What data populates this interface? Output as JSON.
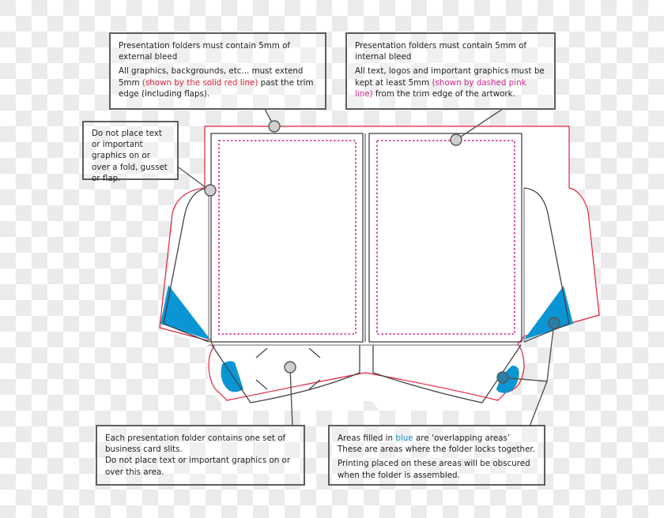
{
  "colors": {
    "bleed_line": "#e0233a",
    "safe_line": "#d4248f",
    "overlap_fill": "#0a96d4",
    "trim_line": "#444444",
    "marker_fill": "#cfcfcf",
    "callout_border": "#5e5e5e"
  },
  "callouts": {
    "external_bleed": {
      "title": "Presentation folders must contain 5mm of external bleed",
      "body_before": "All graphics, backgrounds, etc... must extend 5mm ",
      "body_highlight": "(shown by the solid red line)",
      "body_after": " past the trim edge (including flaps)."
    },
    "internal_bleed": {
      "title": "Presentation folders must contain 5mm of internal bleed",
      "body_before": "All text, logos and important graphics must be kept at least 5mm ",
      "body_highlight": "(shown by dashed pink line)",
      "body_after": " from the trim edge of the artwork."
    },
    "fold": {
      "text": "Do not place text or important graphics on or over a fold, gusset or flap."
    },
    "business_card": {
      "line1": "Each presentation folder contains one set of business card slits.",
      "line2": "Do not place text or important graphics on or over this area."
    },
    "overlap": {
      "line1_before": "Areas filled in ",
      "line1_highlight": "blue",
      "line1_after": " are ‘overlapping areas’",
      "line2": "These are areas where the folder locks together.",
      "line3": "Printing placed on these areas will be obscured when the folder is assembled."
    }
  },
  "legend": {
    "solid_red_line": "external bleed (5mm)",
    "dashed_pink_line": "internal safe area (5mm)",
    "blue_fill": "overlapping areas"
  }
}
